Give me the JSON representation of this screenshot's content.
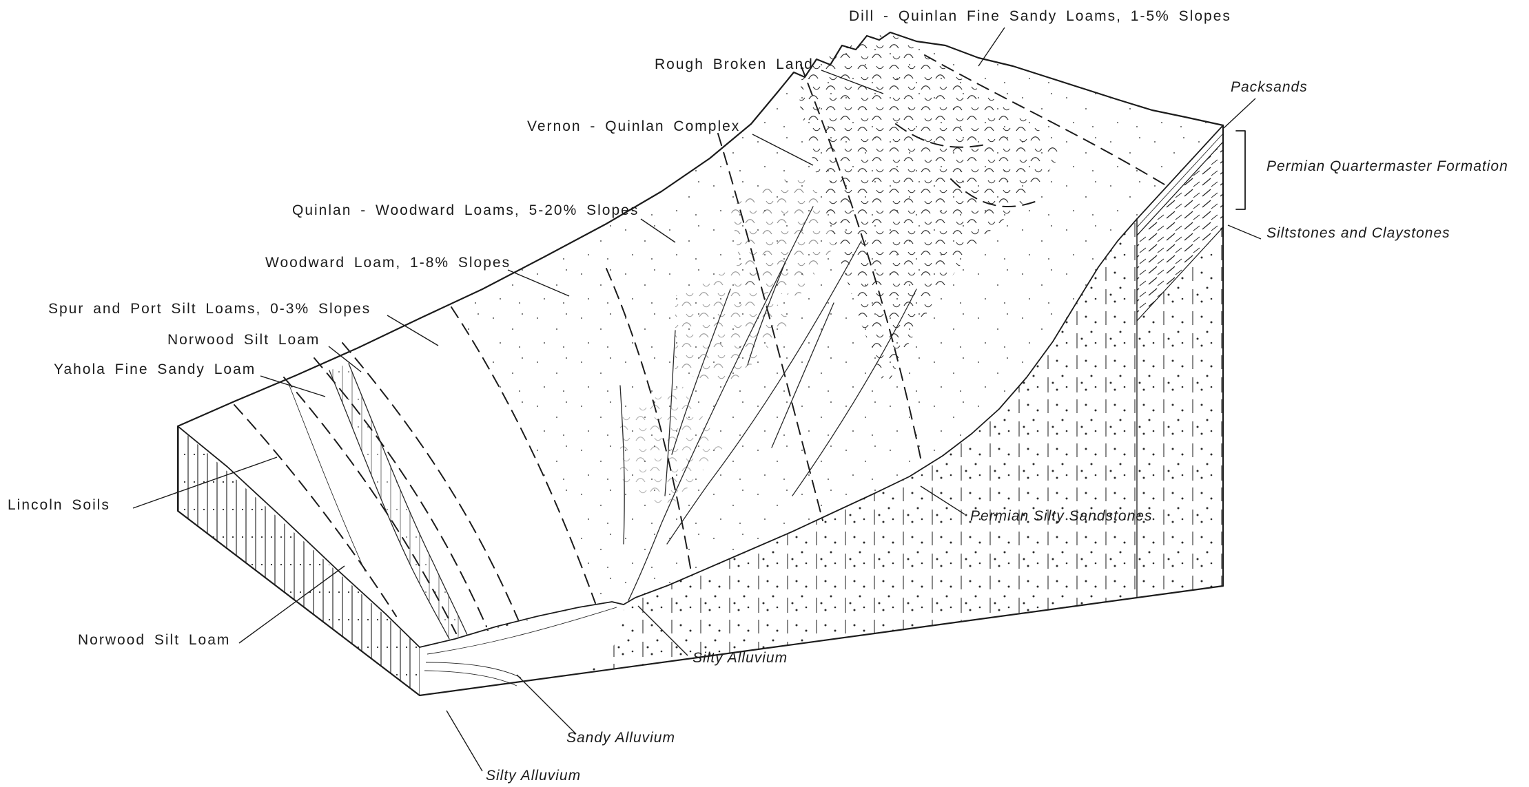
{
  "figure": {
    "kind": "soil-survey-block-diagram",
    "background_color": "#ffffff",
    "ink_color": "#1c1c1c"
  },
  "soil_unit_labels": [
    {
      "id": "dill-quinlan",
      "text": "Dill - Quinlan Fine Sandy Loams, 1-5% Slopes"
    },
    {
      "id": "rough-broken-land",
      "text": "Rough Broken Land"
    },
    {
      "id": "vernon-quinlan",
      "text": "Vernon - Quinlan Complex"
    },
    {
      "id": "quinlan-woodward",
      "text": "Quinlan - Woodward Loams, 5-20% Slopes"
    },
    {
      "id": "woodward",
      "text": "Woodward Loam, 1-8% Slopes"
    },
    {
      "id": "spur-port",
      "text": "Spur and Port Silt Loams, 0-3% Slopes"
    },
    {
      "id": "norwood-upper",
      "text": "Norwood Silt Loam"
    },
    {
      "id": "yahola",
      "text": "Yahola Fine Sandy Loam"
    },
    {
      "id": "lincoln",
      "text": "Lincoln Soils"
    },
    {
      "id": "norwood-lower",
      "text": "Norwood Silt Loam"
    }
  ],
  "geology_labels": [
    {
      "id": "packsands",
      "text": "Packsands"
    },
    {
      "id": "quartermaster",
      "text": "Permian Quartermaster Formation"
    },
    {
      "id": "siltstones-claystones",
      "text": "Siltstones and Claystones"
    },
    {
      "id": "silty-sandstones",
      "text": "Permian Silty Sandstones"
    },
    {
      "id": "silty-alluvium-upper",
      "text": "Silty Alluvium"
    },
    {
      "id": "sandy-alluvium",
      "text": "Sandy Alluvium"
    },
    {
      "id": "silty-alluvium-lower",
      "text": "Silty Alluvium"
    }
  ]
}
